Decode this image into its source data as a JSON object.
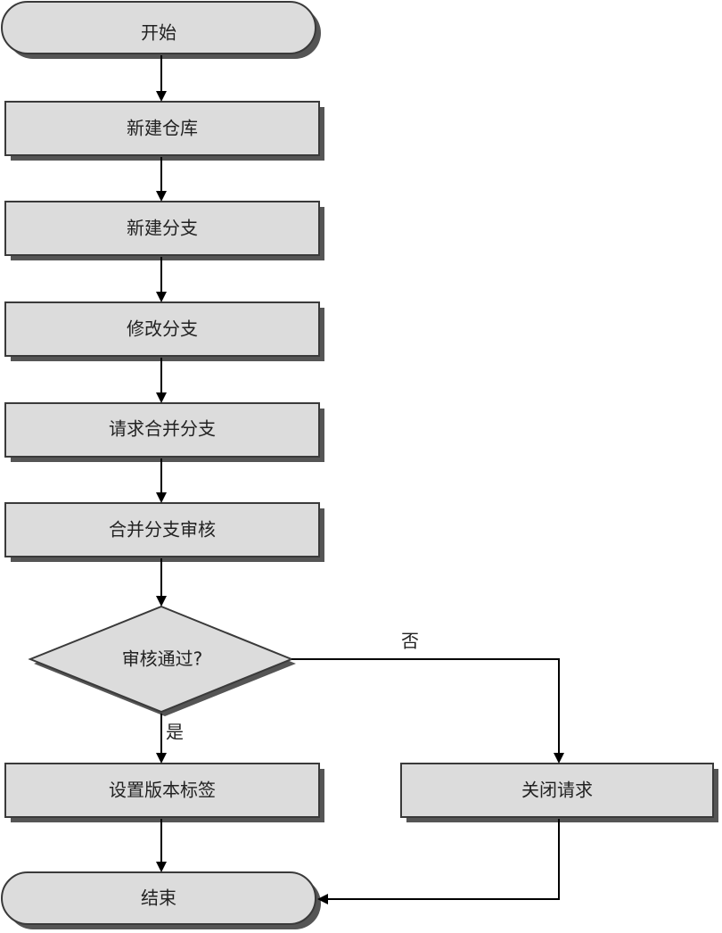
{
  "flowchart": {
    "nodes": {
      "start": "开始",
      "create_repo": "新建仓库",
      "create_branch": "新建分支",
      "modify_branch": "修改分支",
      "request_merge": "请求合并分支",
      "merge_review": "合并分支审核",
      "review_passed": "审核通过?",
      "set_tag": "设置版本标签",
      "close_request": "关闭请求",
      "end": "结束"
    },
    "edge_labels": {
      "no": "否",
      "yes": "是"
    }
  },
  "colors": {
    "fill": "#dcdcdc",
    "stroke": "#3a3a3a",
    "shadow": "#555555"
  }
}
